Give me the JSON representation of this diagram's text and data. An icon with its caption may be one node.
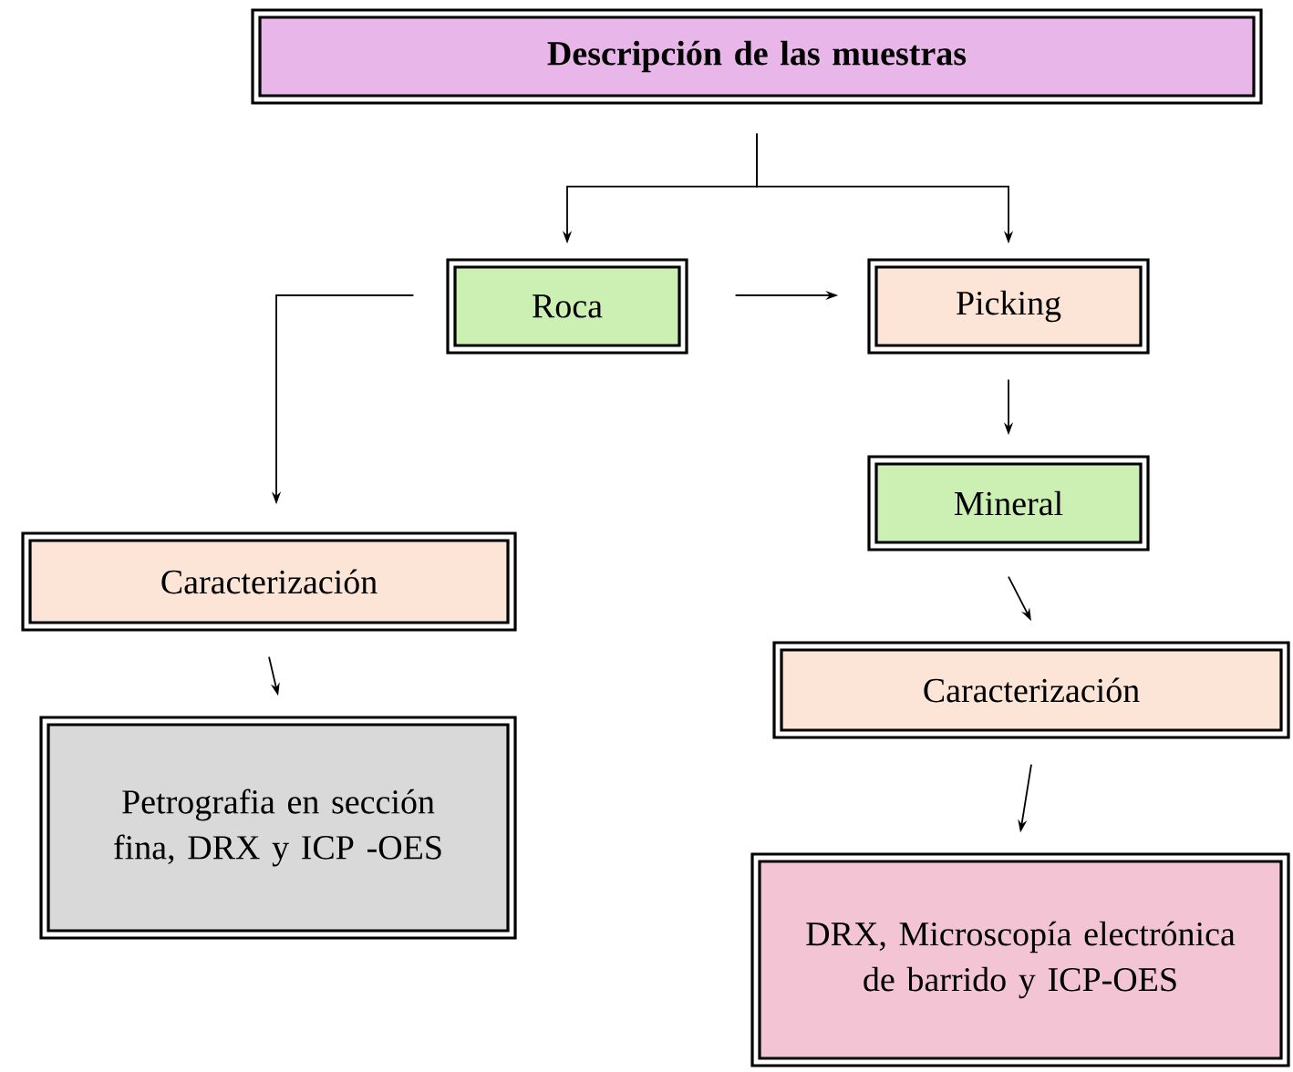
{
  "diagram": {
    "nodes": [
      {
        "text": [
          "Descripción de las muestras"
        ]
      },
      {
        "text": [
          "Roca"
        ]
      },
      {
        "text": [
          "Picking"
        ]
      },
      {
        "text": [
          "Mineral"
        ]
      },
      {
        "text": [
          "Caracterización"
        ]
      },
      {
        "text": [
          "Caracterización"
        ]
      },
      {
        "text": [
          "Petrografia en sección fina, DRX y ICP -OES"
        ]
      },
      {
        "text": [
          "DRX, Microscopía electrónica de barrido y ICP-OES"
        ]
      }
    ],
    "edges": [
      {
        "from": 0,
        "to": 1,
        "arrow": "to"
      },
      {
        "from": 0,
        "to": 2,
        "arrow": "to"
      },
      {
        "from": 1,
        "to": 2,
        "arrow": "to"
      },
      {
        "from": 1,
        "to": 4,
        "arrow": "to"
      },
      {
        "from": 2,
        "to": 3,
        "arrow": "to"
      },
      {
        "from": 3,
        "to": 5,
        "arrow": "to"
      },
      {
        "from": 4,
        "to": 6,
        "arrow": "to"
      },
      {
        "from": 5,
        "to": 7,
        "arrow": "to"
      }
    ]
  }
}
